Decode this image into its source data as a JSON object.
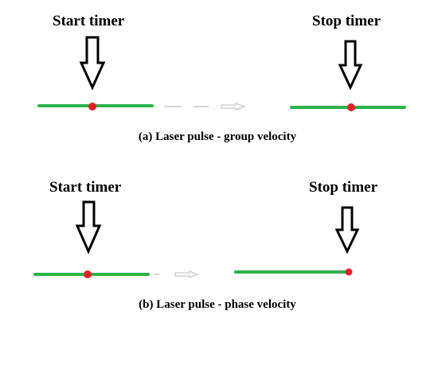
{
  "panels": [
    {
      "start_label": "Start timer",
      "stop_label": "Stop timer",
      "caption": "(a) Laser pulse - group velocity"
    },
    {
      "start_label": "Start timer",
      "stop_label": "Stop timer",
      "caption": "(b) Laser pulse - phase velocity"
    }
  ],
  "colors": {
    "pulse": "#2db34a",
    "marker": "#e8202a",
    "arrow_stroke": "#000000",
    "dash": "#bbbbbb"
  }
}
